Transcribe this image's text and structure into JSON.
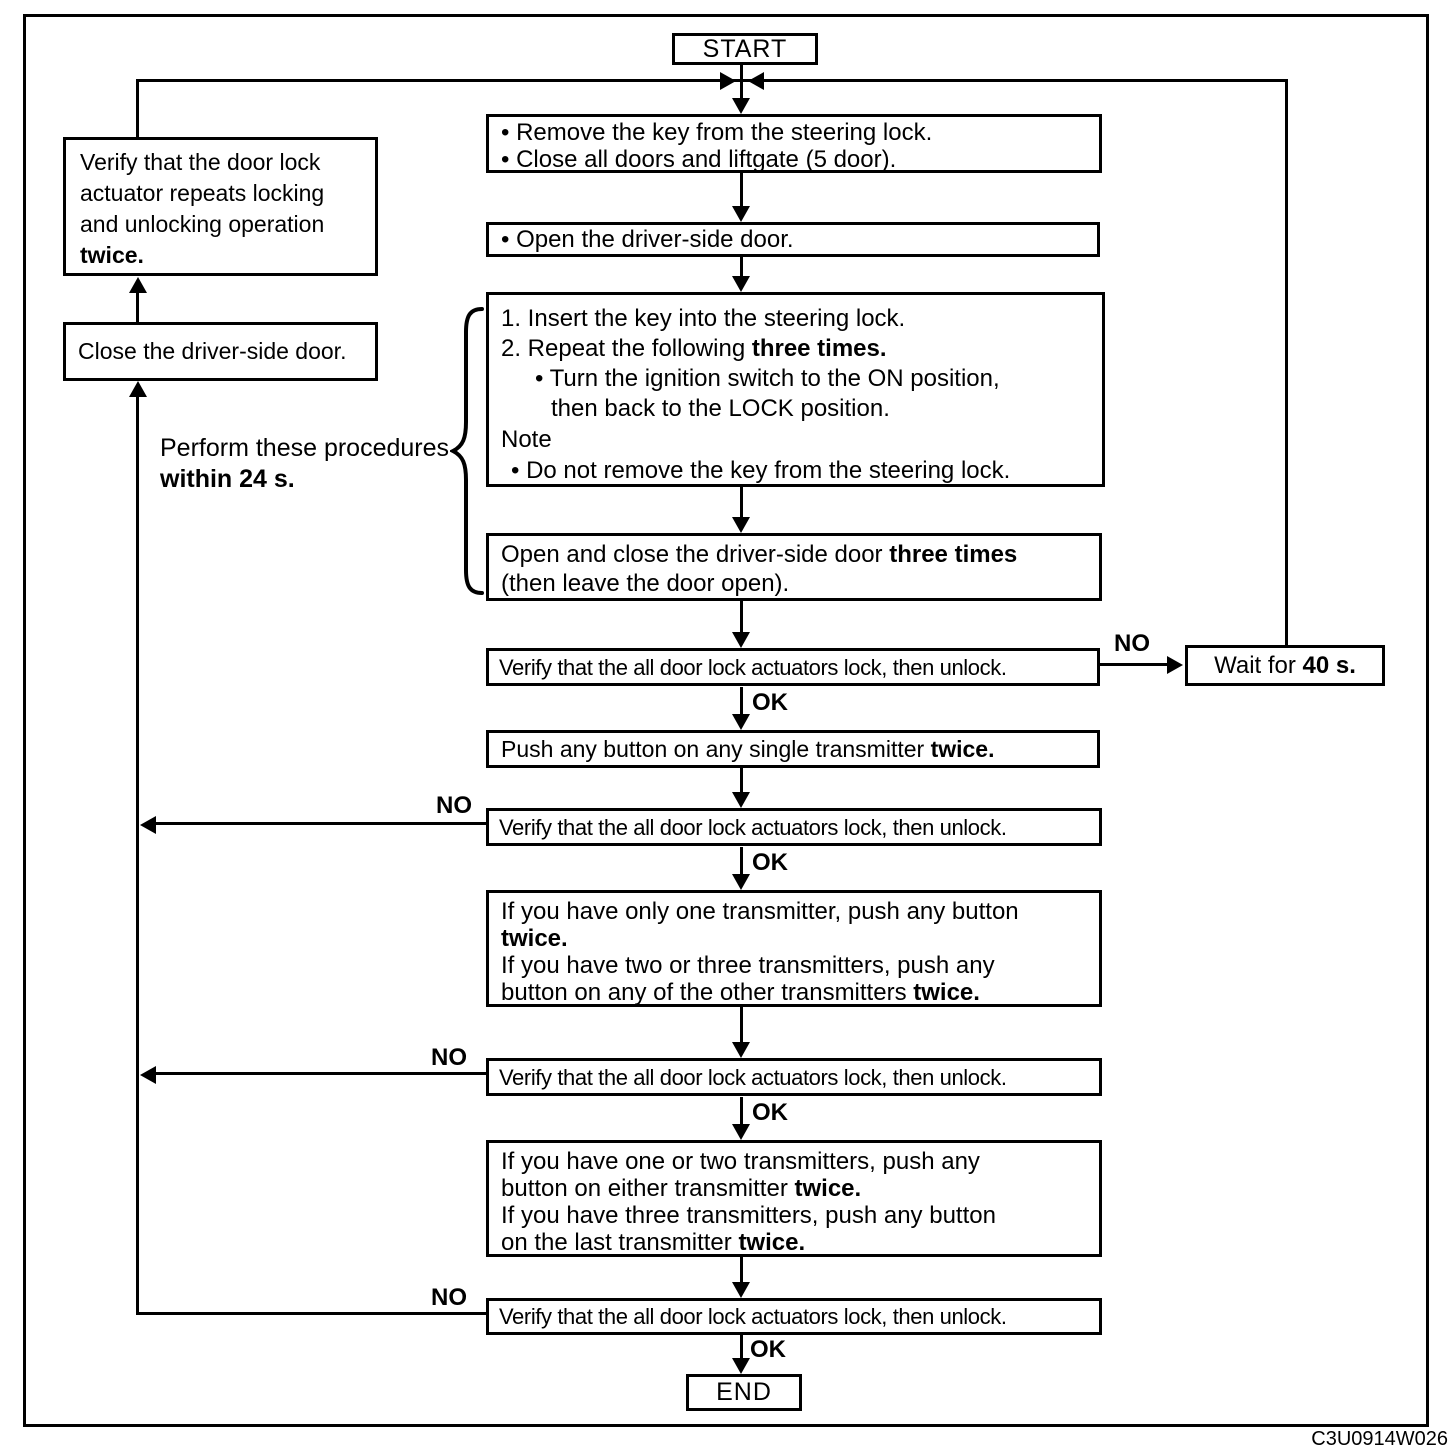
{
  "figure_code": "C3U0914W026",
  "terminals": {
    "start": "START",
    "end": "END"
  },
  "connector_labels": {
    "ok": "OK",
    "no": "NO"
  },
  "side_note": {
    "line1": "Perform these procedures",
    "line2_bold": "within 24 s."
  },
  "boxes": {
    "remove_key": {
      "bullet1": "• Remove the key from  the steering lock.",
      "bullet2": "• Close all doors and liftgate (5 door)."
    },
    "open_door": "• Open the driver-side door.",
    "key_cycle": {
      "step1": "1. Insert the key into the steering lock.",
      "step2": "2. Repeat the following ",
      "step2_bold": "three times.",
      "bullet1": "• Turn the ignition switch to the ON position,",
      "bullet1_cont": "then back to the LOCK position.",
      "note_label": "Note",
      "note_bullet": "• Do not remove the key from the steering lock."
    },
    "door_three_times": {
      "line1": "Open and close the driver-side door ",
      "line1_bold": "three times",
      "line2": "(then leave the door open)."
    },
    "verify_all_lock": "Verify that the all door lock actuators lock, then unlock.",
    "wait": {
      "text": "Wait for ",
      "bold": "40 s."
    },
    "push_single": {
      "text": "Push any button on any single transmitter ",
      "bold": "twice."
    },
    "one_transmitter": {
      "line1": "If you have only one transmitter, push any button",
      "line2_bold": "twice.",
      "line3": "If you have two or three transmitters, push any",
      "line4": "button on any of the other transmitters ",
      "line4_bold": "twice."
    },
    "multi_transmitter": {
      "line1": "If you have one or two transmitters, push any",
      "line2": "button on either transmitter ",
      "line2_bold": "twice.",
      "line3": "If you have three transmitters, push any button",
      "line4": "on the last transmitter ",
      "line4_bold": "twice."
    },
    "verify_repeat": {
      "line1": "Verify that the door lock",
      "line2": "actuator repeats locking",
      "line3": "and unlocking operation",
      "line4_bold": "twice."
    },
    "close_door": "Close the driver-side door."
  }
}
